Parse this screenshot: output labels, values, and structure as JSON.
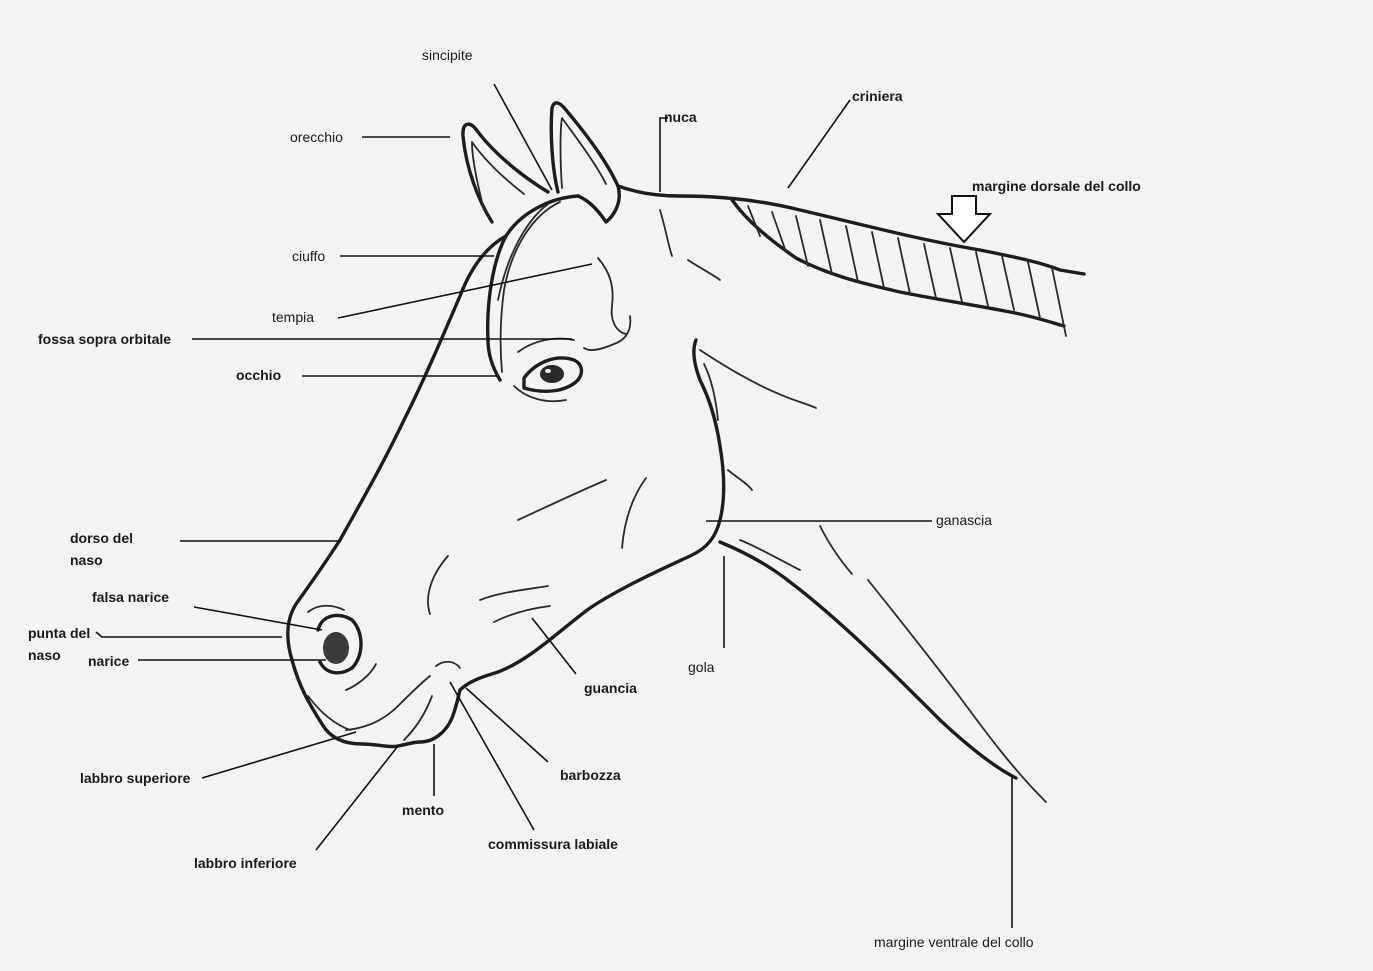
{
  "labels": {
    "sincipite": "sincipite",
    "orecchio": "orecchio",
    "nuca": "nuca",
    "criniera": "criniera",
    "margine_dorsale": "margine dorsale del collo",
    "ciuffo": "ciuffo",
    "tempia": "tempia",
    "fossa": "fossa sopra orbitale",
    "occhio": "occhio",
    "ganascia": "ganascia",
    "dorso_line1": "dorso del",
    "dorso_line2": "naso",
    "falsa_narice": "falsa narice",
    "punta_line1": "punta del",
    "punta_line2": "naso",
    "narice": "narice",
    "gola": "gola",
    "guancia": "guancia",
    "barbozza": "barbozza",
    "labbro_superiore": "labbro superiore",
    "mento": "mento",
    "commissura": "commissura labiale",
    "labbro_inferiore": "labbro inferiore",
    "margine_ventrale": "margine ventrale del collo"
  }
}
